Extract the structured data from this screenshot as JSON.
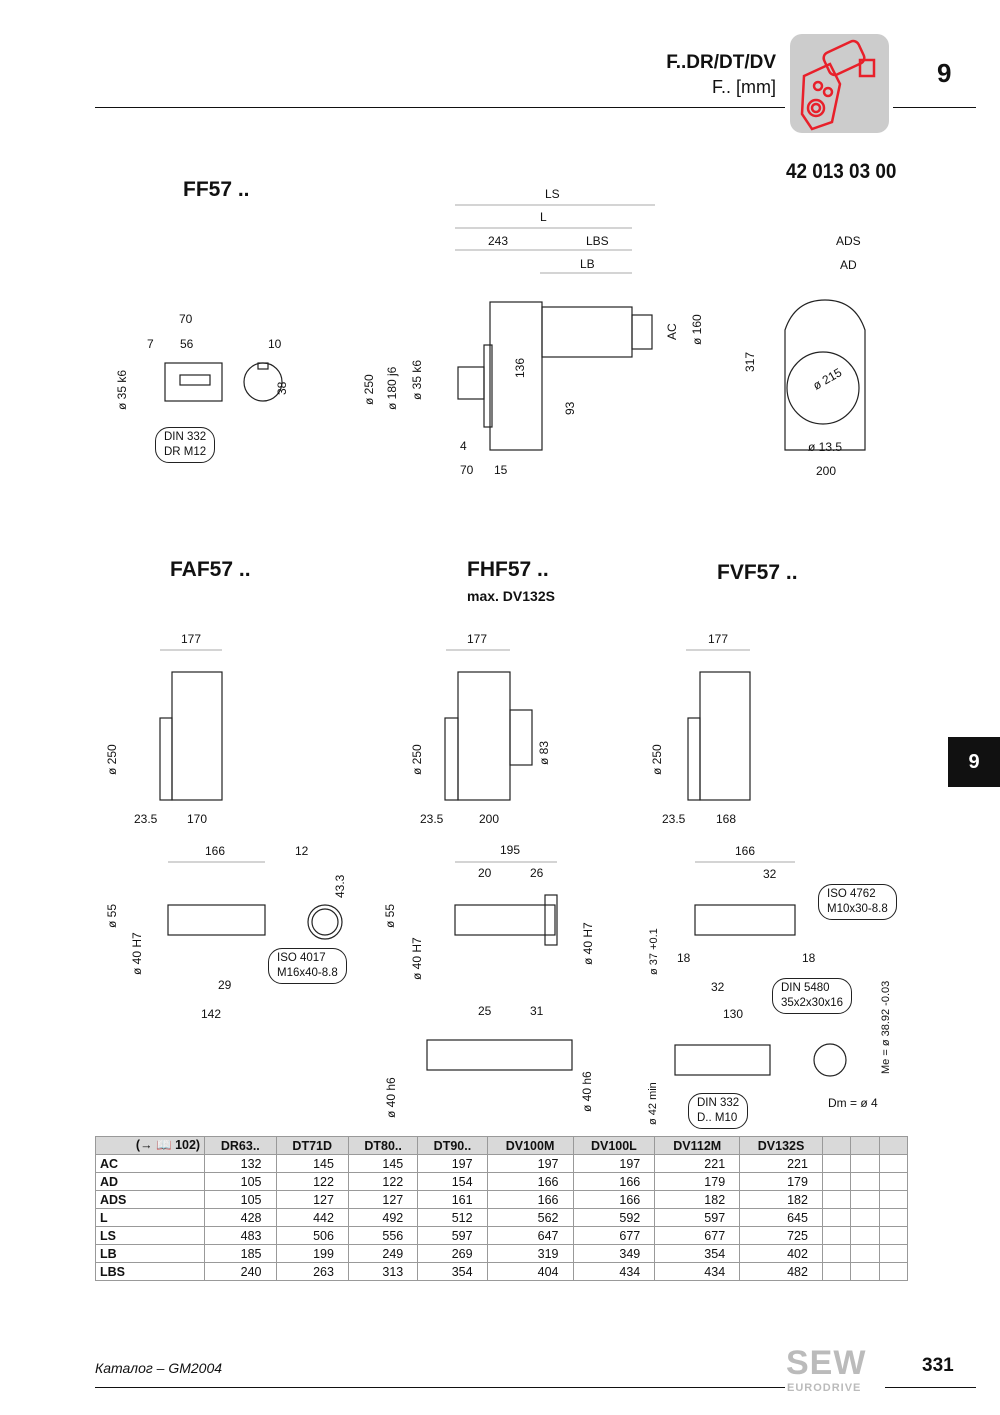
{
  "header": {
    "series": "F..DR/DT/DV",
    "unit": "F.. [mm]",
    "chapter": "9",
    "doc_number": "42 013 03 00",
    "icon": "gear-motor-icon",
    "icon_color": "#e8202a"
  },
  "side_tab": "9",
  "ff57": {
    "title": "FF57 ..",
    "labels": [
      "70",
      "7",
      "56",
      "ø 35 k6",
      "10",
      "38",
      "LS",
      "L",
      "243",
      "LBS",
      "LB",
      "AC",
      "ø 160",
      "ø 250",
      "ø 180 j6",
      "ø 35 k6",
      "136",
      "93",
      "4",
      "70",
      "15",
      "ADS",
      "AD",
      "317",
      "ø 215",
      "ø 13.5",
      "200"
    ],
    "note": [
      "DIN 332",
      "DR M12"
    ]
  },
  "faf57": {
    "title": "FAF57 ..",
    "labels": [
      "177",
      "ø 250",
      "23.5",
      "170",
      "166",
      "12",
      "43.3",
      "ø 55",
      "ø 40 H7",
      "29",
      "142"
    ],
    "note": [
      "ISO 4017",
      "M16x40-8.8"
    ]
  },
  "fhf57": {
    "title": "FHF57 ..",
    "subtitle": "max. DV132S",
    "labels": [
      "177",
      "ø 250",
      "ø 83",
      "23.5",
      "200",
      "195",
      "20",
      "26",
      "ø 55",
      "ø 40 H7",
      "ø 40 H7",
      "25",
      "31",
      "ø 40 h6",
      "ø 40 h6"
    ]
  },
  "fvf57": {
    "title": "FVF57 ..",
    "labels": [
      "177",
      "ø 250",
      "23.5",
      "168",
      "166",
      "32",
      "ø 37 +0.1",
      "18",
      "18",
      "32",
      "130",
      "Me = ø 38.92 -0.03",
      "ø 42 min",
      "Dm = ø 4"
    ],
    "note1": [
      "ISO 4762",
      "M10x30-8.8"
    ],
    "note2": [
      "DIN 5480",
      "35x2x30x16"
    ],
    "note3": [
      "DIN 332",
      "D.. M10"
    ]
  },
  "table": {
    "corner": "(→ 📖 102)",
    "columns": [
      "DR63..",
      "DT71D",
      "DT80..",
      "DT90..",
      "DV100M",
      "DV100L",
      "DV112M",
      "DV132S",
      "",
      "",
      ""
    ],
    "rows": [
      {
        "key": "AC",
        "values": [
          "132",
          "145",
          "145",
          "197",
          "197",
          "197",
          "221",
          "221"
        ]
      },
      {
        "key": "AD",
        "values": [
          "105",
          "122",
          "122",
          "154",
          "166",
          "166",
          "179",
          "179"
        ]
      },
      {
        "key": "ADS",
        "values": [
          "105",
          "127",
          "127",
          "161",
          "166",
          "166",
          "182",
          "182"
        ]
      },
      {
        "key": "L",
        "values": [
          "428",
          "442",
          "492",
          "512",
          "562",
          "592",
          "597",
          "645"
        ]
      },
      {
        "key": "LS",
        "values": [
          "483",
          "506",
          "556",
          "597",
          "647",
          "677",
          "677",
          "725"
        ]
      },
      {
        "key": "LB",
        "values": [
          "185",
          "199",
          "249",
          "269",
          "319",
          "349",
          "354",
          "402"
        ]
      },
      {
        "key": "LBS",
        "values": [
          "240",
          "263",
          "313",
          "354",
          "404",
          "434",
          "434",
          "482"
        ]
      }
    ]
  },
  "footer": {
    "catalog": "Каталог – GM2004",
    "page": "331",
    "logo": "SEW EURODRIVE"
  }
}
